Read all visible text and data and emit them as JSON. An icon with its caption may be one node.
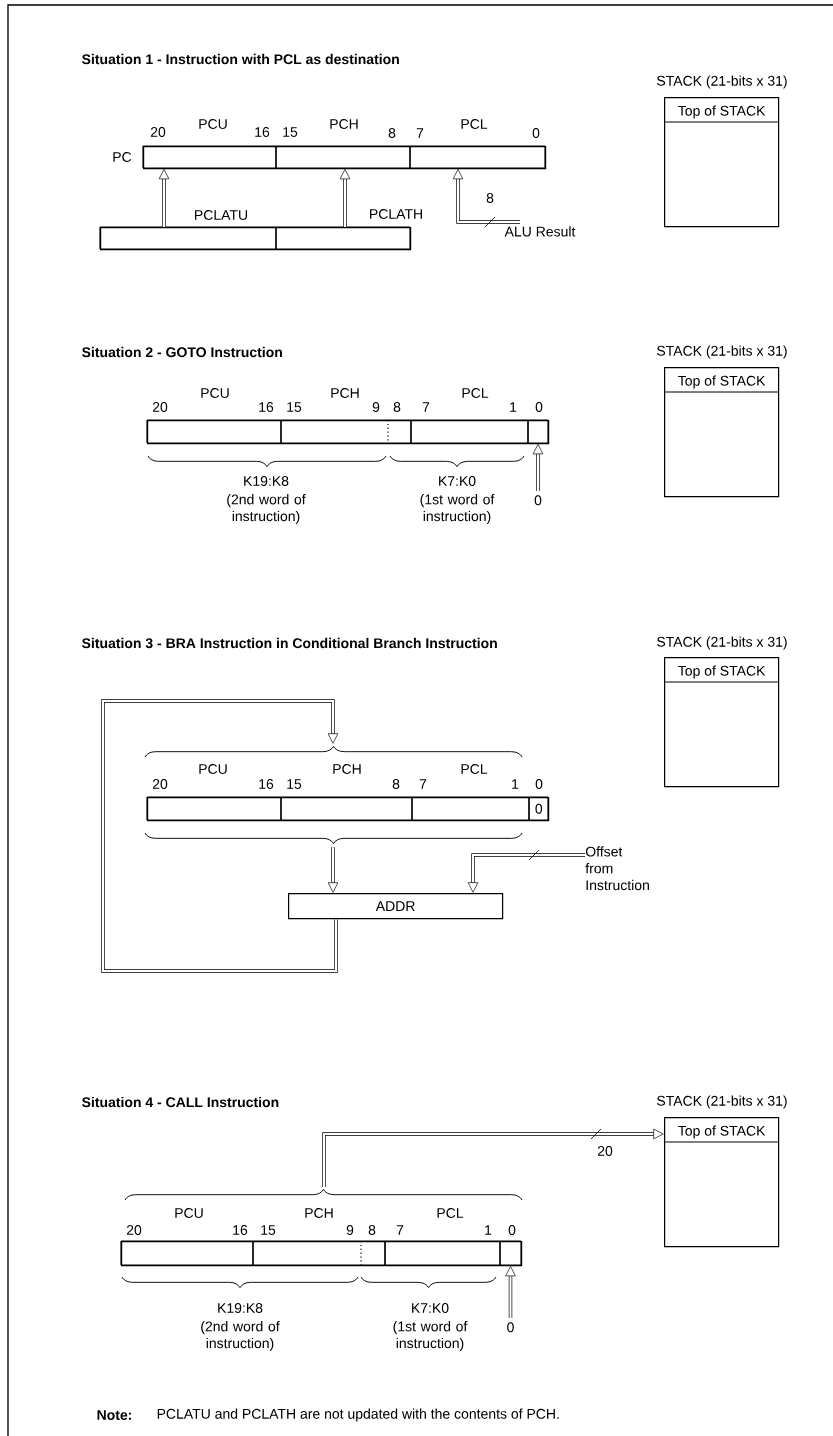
{
  "diagram": {
    "nodes": [
      {
        "text": [],
        "shape": "box",
        "beside": [
          "PC"
        ]
      },
      {
        "text": [],
        "shape": "box",
        "in": 0,
        "beside": [
          "PCU",
          "20",
          "16"
        ]
      },
      {
        "text": [],
        "shape": "box",
        "in": 0,
        "beside": [
          "PCH",
          "15",
          "8"
        ]
      },
      {
        "text": [],
        "shape": "box",
        "in": 0,
        "beside": [
          "PCL",
          "7",
          "0"
        ]
      },
      {
        "text": [],
        "shape": "box"
      },
      {
        "text": [],
        "shape": "box",
        "in": 4,
        "beside": [
          "PCLATU"
        ]
      },
      {
        "text": [],
        "shape": "box",
        "in": 4,
        "beside": [
          "PCLATH"
        ]
      },
      {
        "text": [
          "ALU Result"
        ]
      },
      {
        "text": [
          "Top of STACK"
        ],
        "beside": [
          "STACK (21-bits x 31)"
        ]
      },
      {
        "text": [],
        "shape": "box"
      },
      {
        "text": [],
        "shape": "box",
        "in": 9,
        "beside": [
          "PCU",
          "20",
          "16"
        ]
      },
      {
        "text": [],
        "shape": "box",
        "in": 9,
        "beside": [
          "PCH",
          "15",
          "9"
        ]
      },
      {
        "text": [],
        "shape": "box",
        "in": 9,
        "beside": [
          "8"
        ]
      },
      {
        "text": [],
        "shape": "box",
        "in": 9,
        "beside": [
          "PCL",
          "7",
          "1"
        ]
      },
      {
        "text": [],
        "shape": "box",
        "in": 9,
        "beside": [
          "0"
        ]
      },
      {
        "text": [
          "0"
        ]
      },
      {
        "text": [
          "Top of STACK"
        ],
        "beside": [
          "STACK (21-bits x 31)"
        ]
      },
      {
        "text": [],
        "shape": "box"
      },
      {
        "text": [],
        "shape": "box",
        "in": 17,
        "beside": [
          "PCU",
          "20",
          "16"
        ]
      },
      {
        "text": [],
        "shape": "box",
        "in": 17,
        "beside": [
          "PCH",
          "15",
          "8"
        ]
      },
      {
        "text": [],
        "shape": "box",
        "in": 17,
        "beside": [
          "PCL",
          "7",
          "1"
        ]
      },
      {
        "text": [
          "0"
        ],
        "in": 17,
        "beside": [
          "0"
        ]
      },
      {
        "text": [
          "ADDR"
        ]
      },
      {
        "text": [
          "Offset from Instruction"
        ]
      },
      {
        "text": [
          "Top of STACK"
        ],
        "beside": [
          "STACK (21-bits x 31)"
        ]
      },
      {
        "text": [],
        "shape": "box"
      },
      {
        "text": [],
        "shape": "box",
        "in": 25,
        "beside": [
          "PCU",
          "20",
          "16"
        ]
      },
      {
        "text": [],
        "shape": "box",
        "in": 25,
        "beside": [
          "PCH",
          "15",
          "9"
        ]
      },
      {
        "text": [],
        "shape": "box",
        "in": 25,
        "beside": [
          "8"
        ]
      },
      {
        "text": [],
        "shape": "box",
        "in": 25,
        "beside": [
          "PCL",
          "7",
          "1"
        ]
      },
      {
        "text": [],
        "shape": "box",
        "in": 25,
        "beside": [
          "0"
        ]
      },
      {
        "text": [
          "0"
        ]
      },
      {
        "text": [
          "Top of STACK"
        ],
        "beside": [
          "STACK (21-bits x 31)"
        ]
      }
    ],
    "edges": [
      {
        "from": 5,
        "to": 1,
        "arrow": "to"
      },
      {
        "from": 6,
        "to": 2,
        "arrow": "to"
      },
      {
        "from": 7,
        "to": 3,
        "arrow": "to",
        "label": "8"
      },
      {
        "from": 15,
        "to": 14,
        "arrow": "to"
      },
      {
        "from": 22,
        "to": 17,
        "arrow": "to"
      },
      {
        "from": 17,
        "to": 22,
        "arrow": "to"
      },
      {
        "from": 23,
        "to": 22,
        "arrow": "to"
      },
      {
        "from": 25,
        "to": 32,
        "arrow": "to",
        "label": "20"
      },
      {
        "from": 31,
        "to": 30,
        "arrow": "to"
      }
    ],
    "labels": [
      "Situation 1 - Instruction with PCL as destination",
      "Situation 2 - GOTO Instruction",
      "K19:K8",
      "(2nd word of instruction)",
      "K7:K0",
      "(1st word of instruction)",
      "Situation 3 - BRA Instruction in Conditional Branch Instruction",
      "Situation 4 - CALL Instruction",
      "K19:K8",
      "(2nd word of instruction)",
      "K7:K0",
      "(1st word of instruction)",
      "Note:",
      "PCLATU and PCLATH are not updated with the contents of PCH."
    ]
  }
}
